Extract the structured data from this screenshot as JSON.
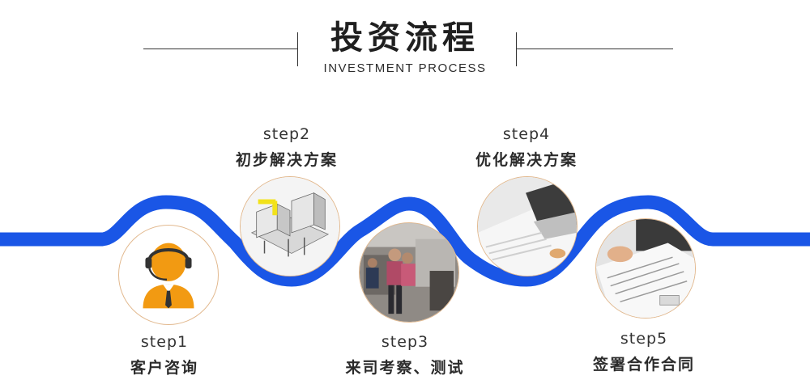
{
  "header": {
    "title": "投资流程",
    "subtitle": "INVESTMENT PROCESS"
  },
  "steps": [
    {
      "num": "step1",
      "text": "客户咨询",
      "icon": "customer-service-agent-icon"
    },
    {
      "num": "step2",
      "text": "初步解决方案",
      "icon": "machinery-plan-image"
    },
    {
      "num": "step3",
      "text": "来司考察、测试",
      "icon": "factory-visit-image"
    },
    {
      "num": "step4",
      "text": "优化解决方案",
      "icon": "laptop-documents-image"
    },
    {
      "num": "step5",
      "text": "签署合作合同",
      "icon": "contract-signing-image"
    }
  ],
  "colors": {
    "wave": "#1a56e6",
    "circle_border": "#e2b98f",
    "agent_orange": "#f29a12"
  }
}
